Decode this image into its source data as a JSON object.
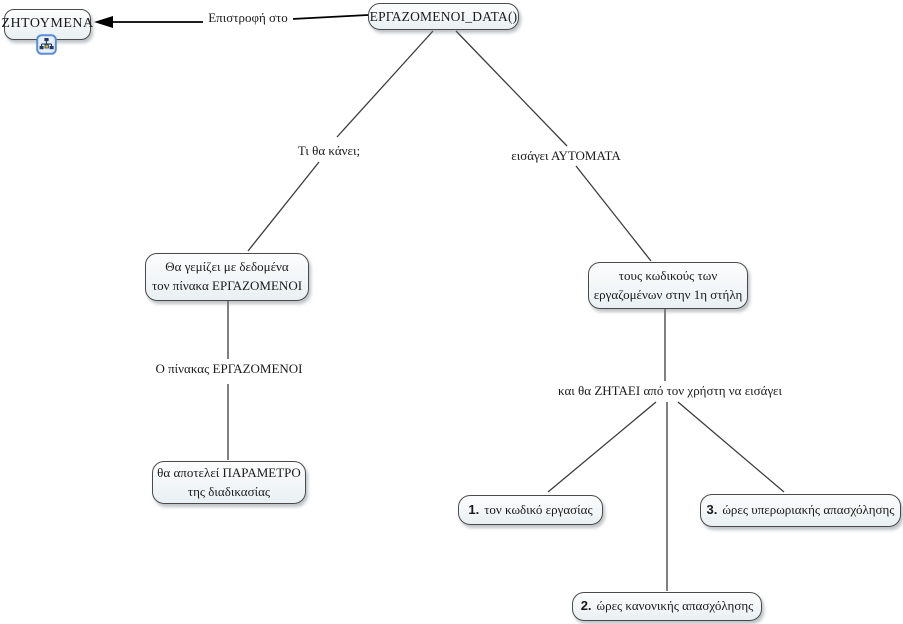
{
  "diagram_title": "ΕΡΓΑΖΟΜΕΝΟΙ_DATA()",
  "nodes": {
    "zitoumena": {
      "label": "ΖΗΤΟΥΜΕΝΑ"
    },
    "ergazomenoi_data": {
      "label": "ΕΡΓΑΖΟΜΕΝΟΙ_DATA()"
    },
    "tha_gemizei": {
      "line1": "Θα γεμίζει με δεδομένα",
      "line2": "τον πίνακα ΕΡΓΑΖΟΜΕΝΟΙ"
    },
    "tha_apotelei": {
      "line1": "θα αποτελεί ΠΑΡΑΜΕΤΡΟ",
      "line2": "της διαδικασίας"
    },
    "tous_kodikous": {
      "line1": "τους κωδικούς των",
      "line2": "εργαζομένων στην 1η στήλη"
    },
    "item1": {
      "number": "1.",
      "label": "τον κωδικό εργασίας"
    },
    "item2": {
      "number": "2.",
      "label": "ώρες κανονικής απασχόλησης"
    },
    "item3": {
      "number": "3.",
      "label": "ώρες υπερωριακής απασχόλησης"
    }
  },
  "link_phrases": {
    "epistrofi": "Επιστροφή στο",
    "ti_tha_kanei": "Τι θα κάνει;",
    "eisagei": "εισάγει ΑΥΤΟΜΑΤΑ",
    "o_pinakas": "Ο πίνακας ΕΡΓΑΖΟΜΕΝΟΙ",
    "kai_tha_zitaei": "και θα ΖΗΤΑΕΙ από τον χρήστη να εισάγει"
  },
  "icons": {
    "resource_icon": "concept-map-resource-icon"
  },
  "colors": {
    "background": "#ffffff",
    "node_fill_top": "#fcfdfd",
    "node_fill_bottom": "#e9f0f3",
    "node_border": "#4a4a4a",
    "connector": "#3c3c3c",
    "arrow": "#000000",
    "icon_border": "#5b8dd6",
    "icon_fill": "#e8f1fb",
    "icon_node_dark": "#1f3864",
    "icon_node_yellow": "#f0c419",
    "text": "#1a1a1a"
  }
}
